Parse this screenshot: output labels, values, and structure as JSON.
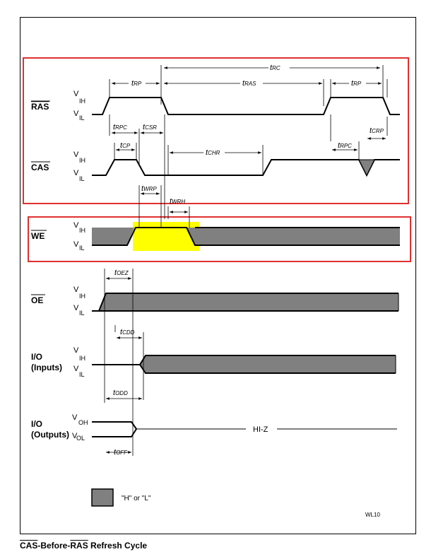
{
  "signals": {
    "ras": "RAS",
    "cas": "CAS",
    "we": "WE",
    "oe": "OE",
    "io_in_1": "I/O",
    "io_in_2": "(Inputs)",
    "io_out_1": "I/O",
    "io_out_2": "(Outputs)"
  },
  "levels": {
    "v": "V",
    "ih": "IH",
    "il": "IL",
    "oh": "OH",
    "ol": "OL"
  },
  "params": {
    "trc": "RC",
    "trp": "RP",
    "tras": "RAS",
    "trpc": "RPC",
    "tcsr": "CSR",
    "tcrp": "CRP",
    "tcp": "CP",
    "tchr": "CHR",
    "twrp": "WRP",
    "twrh": "WRH",
    "toez": "OEZ",
    "tcdd": "CDD",
    "todd": "ODD",
    "toff": "OFF"
  },
  "params_prefix": "t",
  "hiz": "HI-Z",
  "legend": {
    "text": "\"H\"  or \"L\""
  },
  "figure_code": "WL10",
  "caption": {
    "cas": "CAS",
    "mid": "-Before-",
    "ras": "RAS",
    "rest": " Refresh Cycle"
  },
  "colors": {
    "gray": "#808080",
    "highlight": "#ffff00",
    "box": "#e03030"
  }
}
